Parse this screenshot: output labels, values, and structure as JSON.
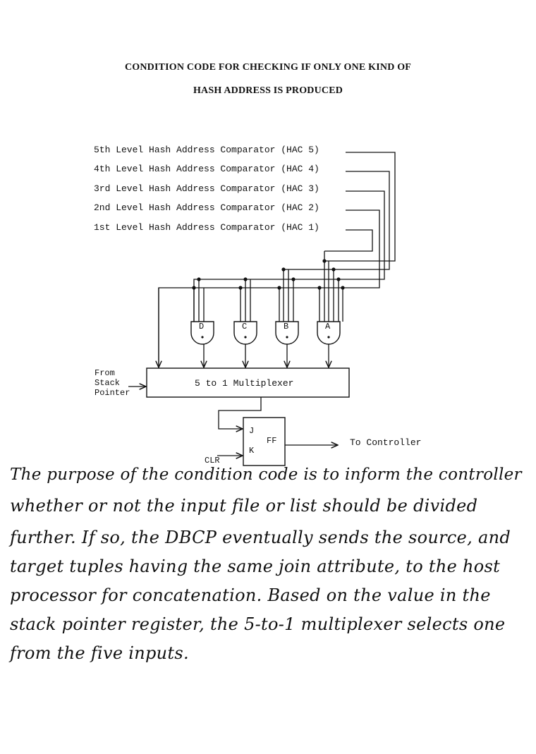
{
  "title": {
    "line1": "CONDITION CODE FOR CHECKING IF ONLY ONE KIND OF",
    "line2": "HASH ADDRESS IS PRODUCED"
  },
  "inputs": [
    "5th Level Hash Address Comparator (HAC 5)",
    "4th Level Hash Address Comparator (HAC 4)",
    "3rd Level Hash Address Comparator (HAC 3)",
    "2nd Level Hash Address Comparator (HAC 2)",
    "1st Level Hash Address Comparator (HAC 1)"
  ],
  "gates": [
    "D",
    "C",
    "B",
    "A"
  ],
  "multiplexer": {
    "label": "5 to 1 Multiplexer",
    "side_input_line1": "From",
    "side_input_line2": "Stack",
    "side_input_line3": "Pointer"
  },
  "flipflop": {
    "j": "J",
    "k": "K",
    "label": "FF",
    "clr": "CLR",
    "output": "To Controller"
  },
  "handwritten_note": [
    "The purpose of the condition code is to inform the controller",
    "whether or not the input file or list should be divided",
    "further. If so, the DBCP eventually sends the source, and",
    "target tuples having the same join attribute, to the host",
    "processor for concatenation. Based on the value in the",
    "stack pointer register, the 5-to-1 multiplexer selects one",
    "from the five inputs."
  ]
}
